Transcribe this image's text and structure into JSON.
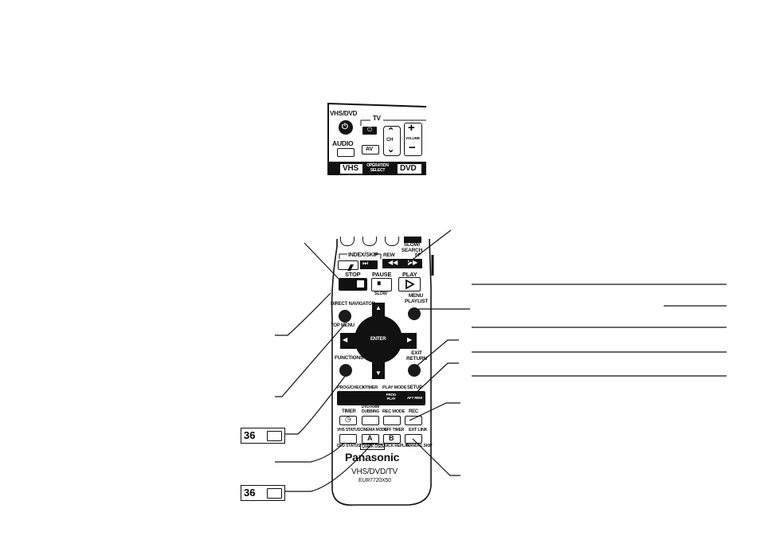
{
  "top_panel": {
    "vhs_dvd": "VHS/DVD",
    "tv": "TV",
    "audio": "AUDIO",
    "av": "AV",
    "ch": "CH",
    "volume": "VOLUME",
    "vhs": "VHS",
    "operation_select": "OPERATION SELECT",
    "dvd": "DVD"
  },
  "remote": {
    "index_skip": "INDEX/SKIP",
    "slow_search": "SLOW/ SEARCH",
    "rew": "REW",
    "ff": "FF",
    "stop": "STOP",
    "pause": "PAUSE",
    "slow": "SLOW",
    "play": "PLAY",
    "direct_navigator": "DIRECT NAVIGATOR",
    "top_menu": "TOP MENU",
    "menu_playlist": "MENU PLAYLIST",
    "enter": "ENTER",
    "functions": "FUNCTIONS",
    "exit_return": "EXIT RETURN",
    "prog_check": "PROG/CHECK",
    "i_timer": "I-TIMER",
    "play_mode": "PLAY MODE",
    "setup": "SETUP",
    "prog_play": "PROG PLAY",
    "aft_rew": "AFT REW",
    "timer": "TIMER",
    "dvd_ram_dubbing": "DVD-RAM DUBBING",
    "rec_mode": "REC MODE",
    "rec": "REC",
    "vhs_status": "VHS STATUS",
    "cinema_mode": "CINEMA MODE",
    "off_timer": "OFF TIMER",
    "ext_link": "EXT LINK",
    "btn_a": "A",
    "btn_b": "B",
    "dvd_status": "DVD STATUS",
    "quick_osd": "QUICK OSD",
    "quick_replay": "QUICK REPLAY",
    "manual_skip": "MANUAL SKIP",
    "brand": "Panasonic",
    "model": "VHS/DVD/TV",
    "code": "EUR7720X50"
  },
  "page_refs": [
    {
      "number": "36"
    },
    {
      "number": "36"
    }
  ]
}
